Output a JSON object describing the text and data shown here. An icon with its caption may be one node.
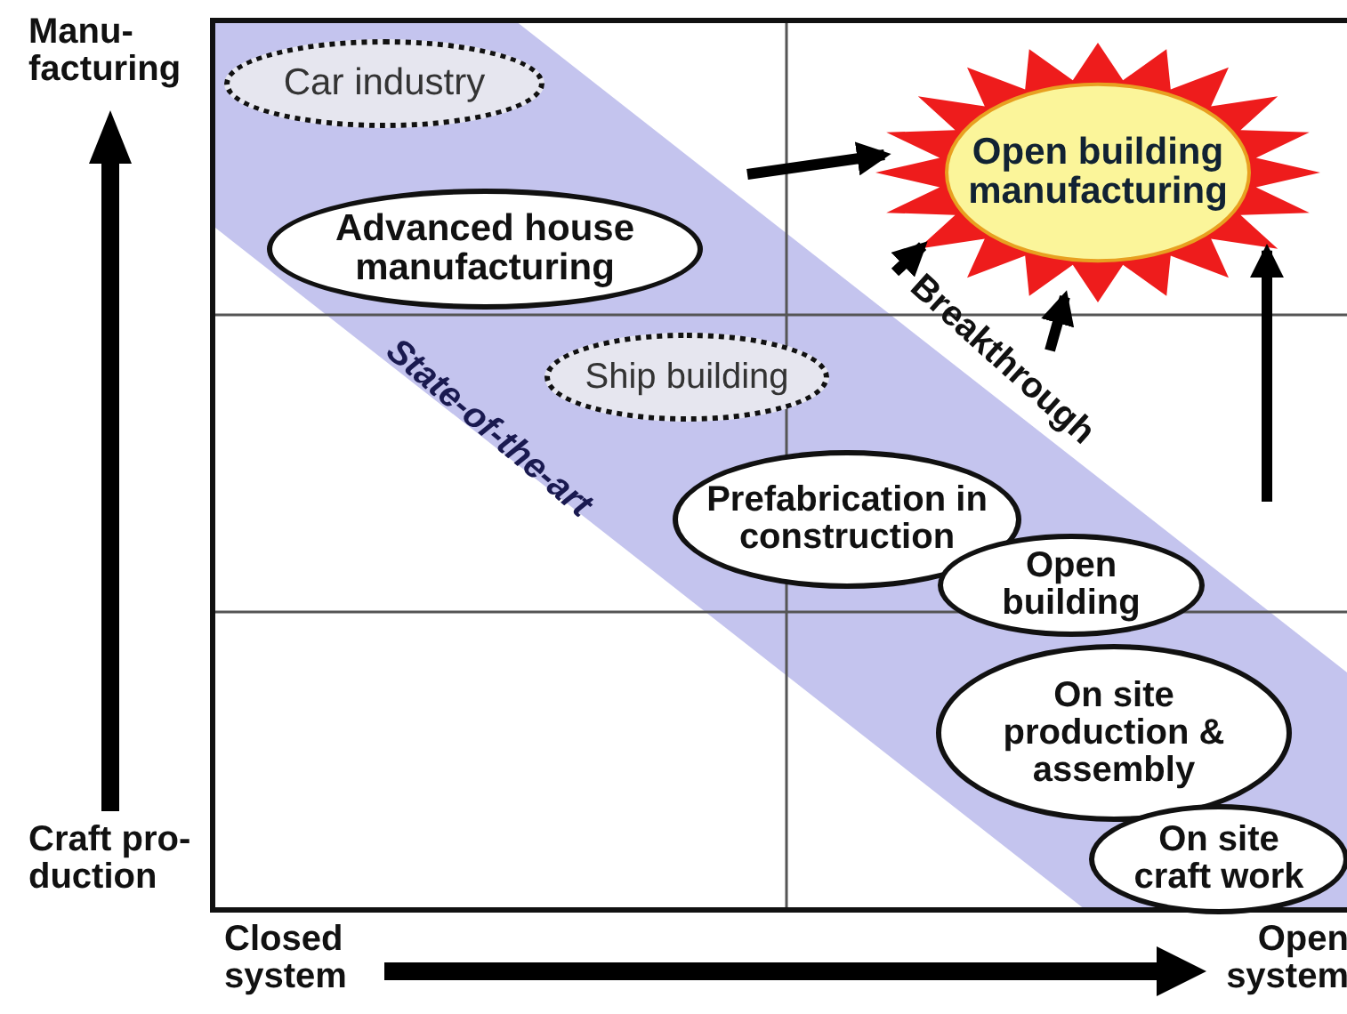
{
  "diagram": {
    "nodes": [
      {
        "text": [
          "Car industry"
        ]
      },
      {
        "text": [
          "Advanced house manufacturing"
        ]
      },
      {
        "text": [
          "Ship building"
        ]
      },
      {
        "text": [
          "Prefabrication in construction"
        ]
      },
      {
        "text": [
          "Open building"
        ]
      },
      {
        "text": [
          "On site production & assembly"
        ]
      },
      {
        "text": [
          "On site craft work"
        ]
      },
      {
        "text": [
          "Open building manufacturing"
        ]
      },
      {
        "text": [
          "Breakthrough"
        ]
      }
    ],
    "edges": [
      {
        "from": null,
        "to": 7,
        "arrow": "to"
      },
      {
        "from": 8,
        "to": 7,
        "arrow": "to"
      },
      {
        "from": 8,
        "to": 7,
        "arrow": "to"
      },
      {
        "from": null,
        "to": 7,
        "arrow": "to"
      }
    ],
    "labels": [
      "Manu- facturing",
      "State-of-the-art",
      "Craft pro- duction",
      "Closed system",
      "Open system"
    ]
  }
}
